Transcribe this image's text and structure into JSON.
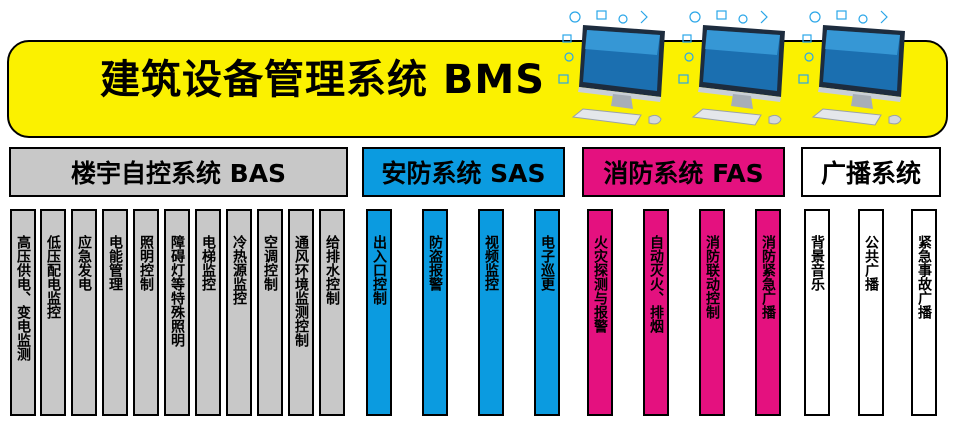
{
  "header": {
    "title": "建筑设备管理系统  BMS"
  },
  "colors": {
    "banner": "#fbf100",
    "bas": "#c8c8c8",
    "sas": "#0b9be0",
    "fas": "#e4117f",
    "broadcast": "#ffffff"
  },
  "categories": [
    {
      "label": "楼宇自控系统 BAS",
      "color": "#c8c8c8",
      "items": [
        "高压供电、变电监测",
        "低压配电监控",
        "应急发电",
        "电能管理",
        "照明控制",
        "障碍灯等特殊照明",
        "电梯监控",
        "冷热源监控",
        "空调控制",
        "通风环境监测控制",
        "给排水控制"
      ]
    },
    {
      "label": "安防系统 SAS",
      "color": "#0b9be0",
      "items": [
        "出入口控制",
        "防盗报警",
        "视频监控",
        "电子巡更"
      ]
    },
    {
      "label": "消防系统 FAS",
      "color": "#e4117f",
      "items": [
        "火灾探测与报警",
        "自动灭火、排烟",
        "消防联动控制",
        "消防紧急广播"
      ]
    },
    {
      "label": "广播系统",
      "color": "#ffffff",
      "items": [
        "背景音乐",
        "公共广播",
        "紧急事故广播"
      ]
    }
  ],
  "icons": [
    "computer-icon",
    "computer-icon",
    "computer-icon"
  ]
}
